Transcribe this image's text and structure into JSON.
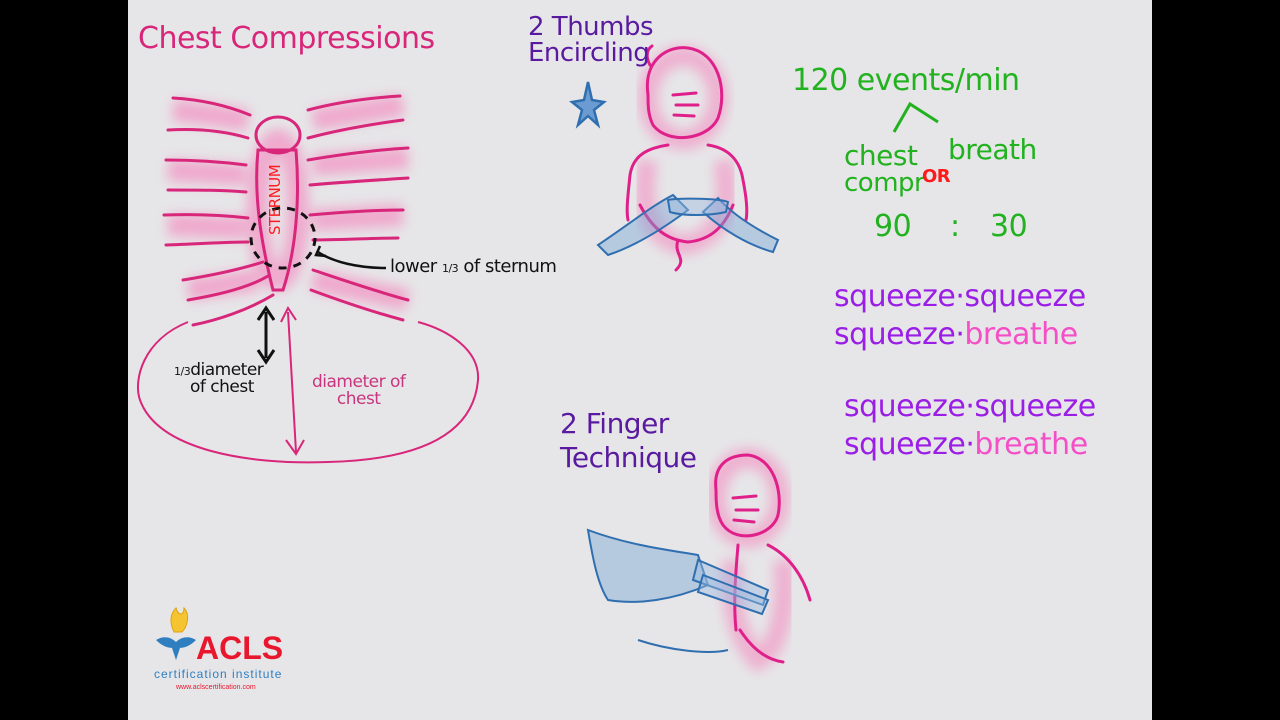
{
  "title": "Chest Compressions",
  "ribs_diagram": {
    "sternum_label": "STERNUM",
    "lower_sternum_label_prefix": "lower",
    "lower_sternum_fraction": "1/3",
    "lower_sternum_label_suffix": "of sternum",
    "depth_fraction": "1/3",
    "depth_label_line1": "diameter",
    "depth_label_line2": "of chest",
    "full_label_line1": "diameter of",
    "full_label_line2": "chest"
  },
  "two_thumbs": {
    "line1": "2 Thumbs",
    "line2": "Encircling"
  },
  "two_finger": {
    "line1": "2 Finger",
    "line2": "Technique"
  },
  "rate": {
    "events": "120 events/min",
    "chest_compr_line1": "chest",
    "chest_compr_line2": "compr",
    "or": "OR",
    "breath": "breath",
    "ratio_left": "90",
    "ratio_sep": ":",
    "ratio_right": "30"
  },
  "rhythm": [
    {
      "w1": "squeeze",
      "dot": "·",
      "w2": "squeeze",
      "w3": "squeeze",
      "dot2": "·",
      "w4": "breathe"
    },
    {
      "w1": "squeeze",
      "dot": "·",
      "w2": "squeeze",
      "w3": "squeeze",
      "dot2": "·",
      "w4": "breathe"
    }
  ],
  "logo": {
    "name": "ACLS",
    "subtitle": "certification institute",
    "url": "www.aclscertification.com"
  },
  "colors": {
    "board": "#e6e6e8",
    "magenta": "#d8267a",
    "purple": "#5a1aa0",
    "green": "#22b21f",
    "violet": "#9b1ee6",
    "pink": "#f44fc6",
    "blue": "#2f6fb0"
  }
}
